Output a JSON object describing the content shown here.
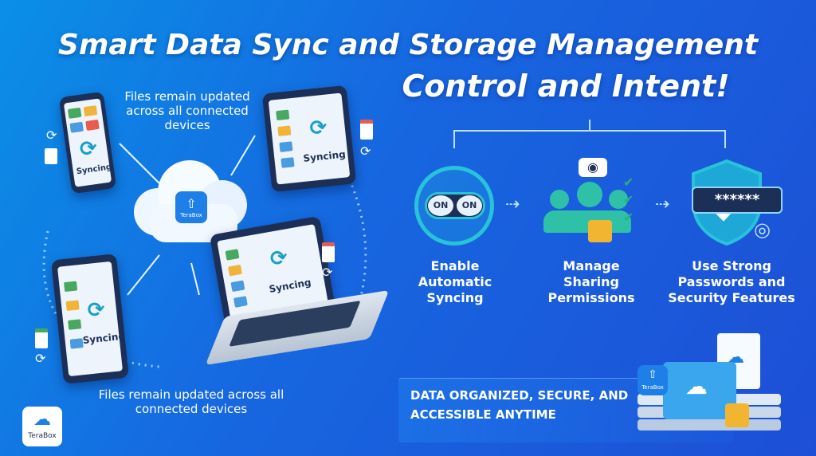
{
  "header": {
    "title_line1": "Smart Data Sync and Storage Management",
    "title_line2": "Control and Intent!"
  },
  "left": {
    "caption_top": "Files remain updated across all connected devices",
    "caption_bottom": "Files remain updated across all connected devices",
    "cloud_brand": "TeraBox",
    "phone_status": "Syncing",
    "monitor_status": "Syncing",
    "tablet_status": "Syncing",
    "laptop_status": "Syncing"
  },
  "toggle": {
    "left": "ON",
    "right": "ON"
  },
  "steps": [
    {
      "label": "Enable Automatic Syncing",
      "icon": "sync-toggle-icon"
    },
    {
      "label": "Manage Sharing Permissions",
      "icon": "users-lock-icon"
    },
    {
      "label": "Use Strong Passwords and Security Features",
      "icon": "shield-password-icon"
    }
  ],
  "password_mask": "******",
  "banner": {
    "text": "DATA ORGANIZED, SECURE, AND ACCESSIBLE ANYTIME"
  },
  "corner_logo": {
    "text": "TeraBox"
  },
  "stack_logo": {
    "text": "TeraBox"
  },
  "colors": {
    "accent": "#1aa0c8",
    "navy": "#1c2f56",
    "lock": "#f2b531",
    "check": "#2ab27b"
  }
}
